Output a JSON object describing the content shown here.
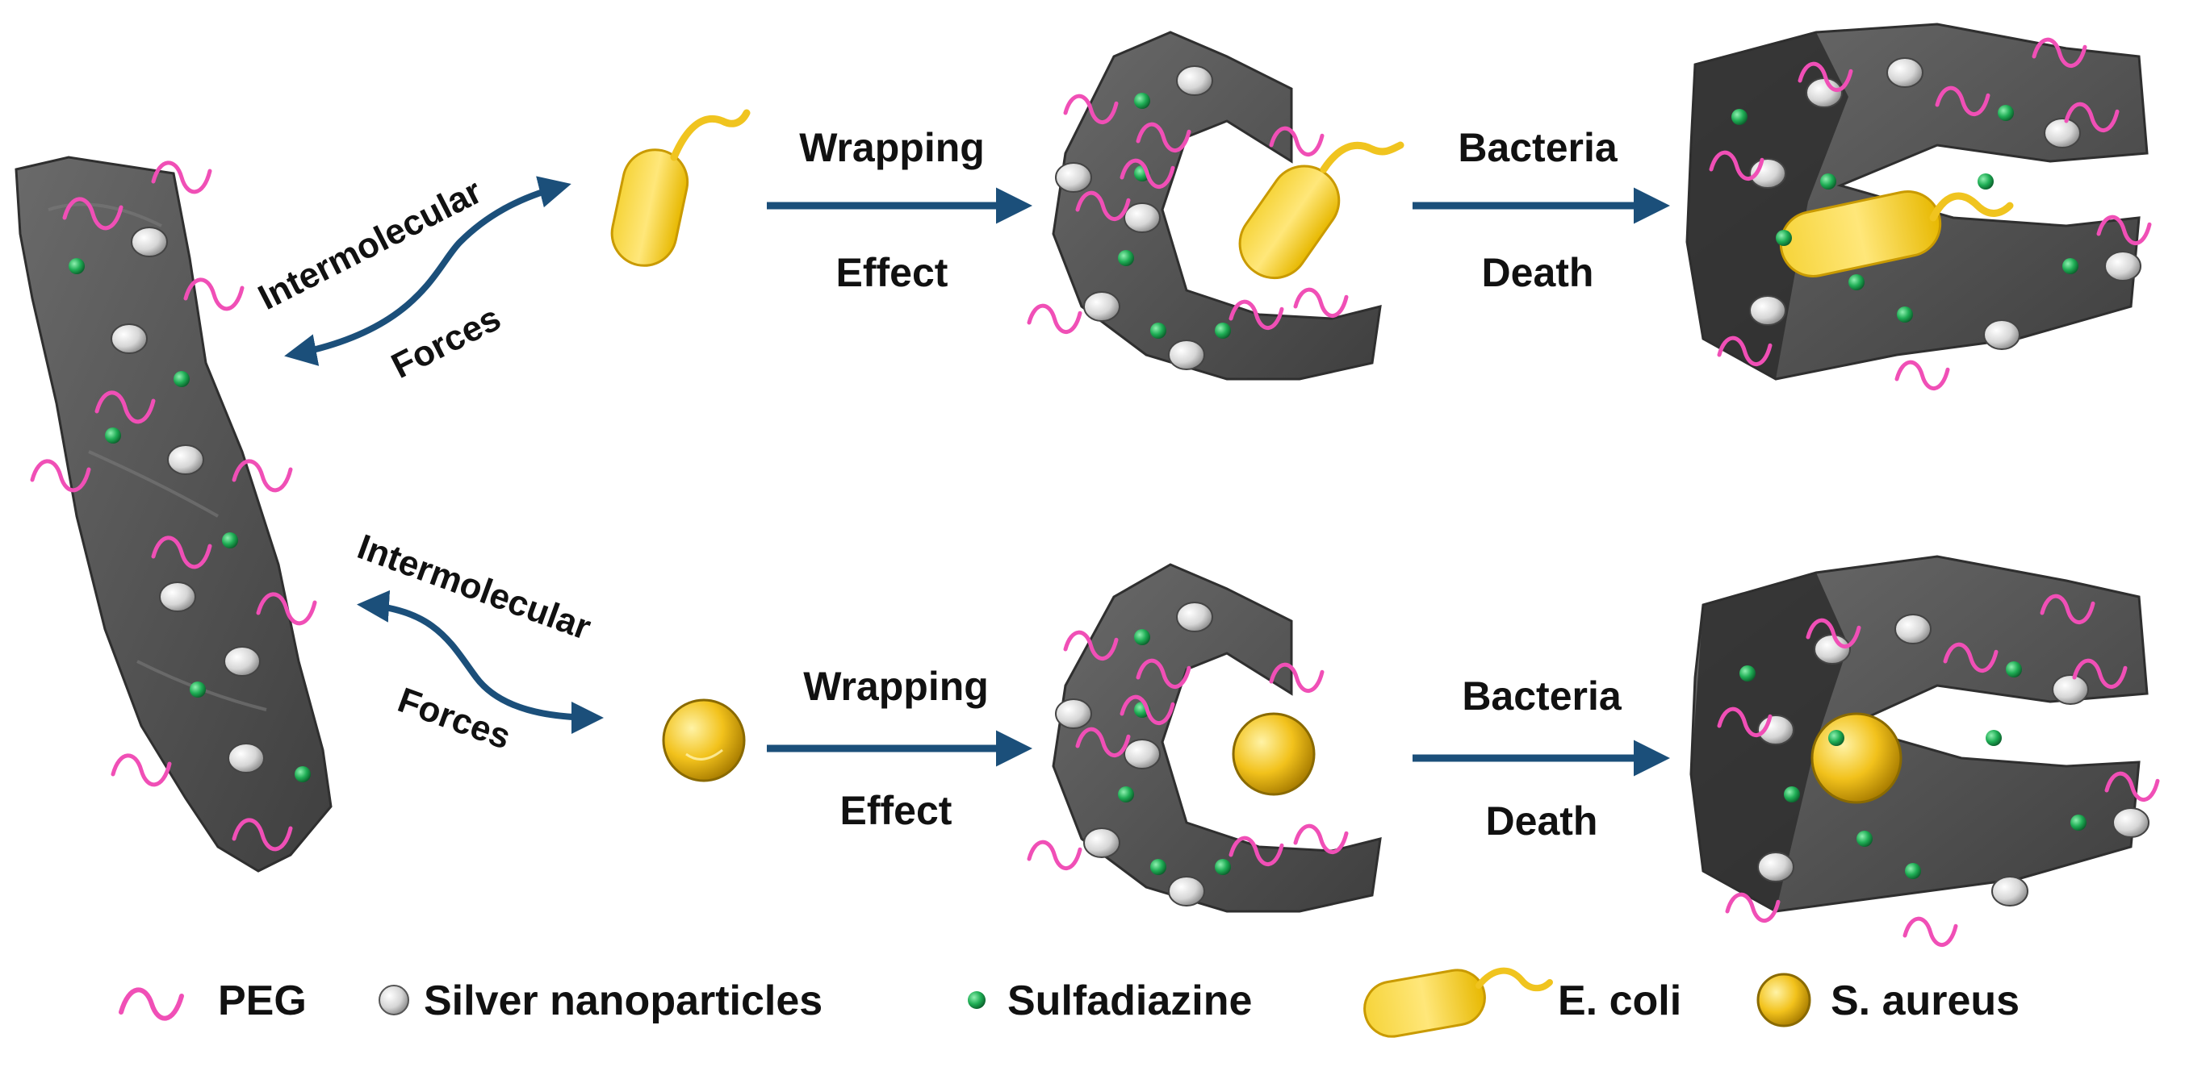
{
  "diagram": {
    "rows": [
      {
        "forces_label_1": "Intermolecular",
        "forces_label_2": "Forces",
        "bacterium": "E. coli",
        "step1_label_1": "Wrapping",
        "step1_label_2": "Effect",
        "step2_label_1": "Bacteria",
        "step2_label_2": "Death"
      },
      {
        "forces_label_1": "Intermolecular",
        "forces_label_2": "Forces",
        "bacterium": "S. aureus",
        "step1_label_1": "Wrapping",
        "step1_label_2": "Effect",
        "step2_label_1": "Bacteria",
        "step2_label_2": "Death"
      }
    ],
    "legend": [
      {
        "icon": "peg-strand-icon",
        "label": "PEG"
      },
      {
        "icon": "silver-nanoparticle-icon",
        "label": "Silver nanoparticles"
      },
      {
        "icon": "sulfadiazine-icon",
        "label": "Sulfadiazine"
      },
      {
        "icon": "e-coli-icon",
        "label": "E. coli"
      },
      {
        "icon": "s-aureus-icon",
        "label": "S. aureus"
      }
    ],
    "colors": {
      "sheet": "#555555",
      "sheet_dark": "#2b2b2b",
      "peg": "#f04fb6",
      "silver": "#e8e8e8",
      "sulfadiazine": "#1fae55",
      "bacterium": "#f3c623",
      "arrow": "#1b4f7a"
    }
  }
}
